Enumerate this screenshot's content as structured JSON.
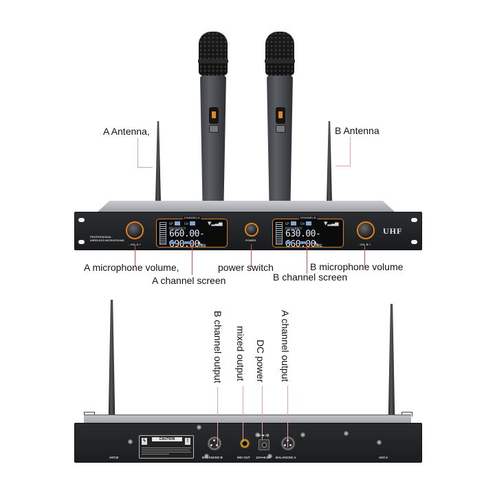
{
  "front_view": {
    "labels": {
      "a_antenna": "A Antenna,",
      "b_antenna": "B Antenna",
      "a_mic_volume": "A microphone volume,",
      "a_channel_screen": "A channel screen",
      "power_switch": "power switch",
      "b_mic_volume": "B microphone volume",
      "b_channel_screen": "B channel screen"
    },
    "device": {
      "brand": "UHF",
      "model_text_line1": "PROFESSIONAL",
      "model_text_line2": "WIRELESS MICROPHONE",
      "vol_a_label": "- VOL A +",
      "vol_b_label": "- VOL B +",
      "power_label": "POWER",
      "screen_a": {
        "title": "CHANNEL A",
        "gp": "GP",
        "gp_value": "B",
        "ch": "CH",
        "freq_label": "FREQUENCY",
        "frequency": "660.00-690.00",
        "unit": "MHz"
      },
      "screen_b": {
        "title": "CHANNEL B",
        "gp": "GP",
        "gp_value": "A",
        "ch": "CH",
        "freq_label": "FREQUENCY",
        "frequency": "630.00-660.00",
        "unit": "MHz"
      }
    }
  },
  "rear_view": {
    "labels": {
      "b_channel_output": "B channel output",
      "mixed_output": "mixed output",
      "dc_power": "DC power",
      "a_channel_output": "A channel output"
    },
    "device": {
      "ant_b": "ANT.B",
      "ant_a": "ANT.A",
      "caution": "CAUTION",
      "balanced_b": "BALANCED B",
      "mix_out": "MIX OUT",
      "dc_in": "12V⎓0.5A",
      "balanced_a": "BALANCED A"
    }
  },
  "colors": {
    "leader_line": "#e0a2a8",
    "accent_orange": "#d9822b",
    "panel_dark": "#1e1f21",
    "lcd_text": "#e8eef5"
  }
}
